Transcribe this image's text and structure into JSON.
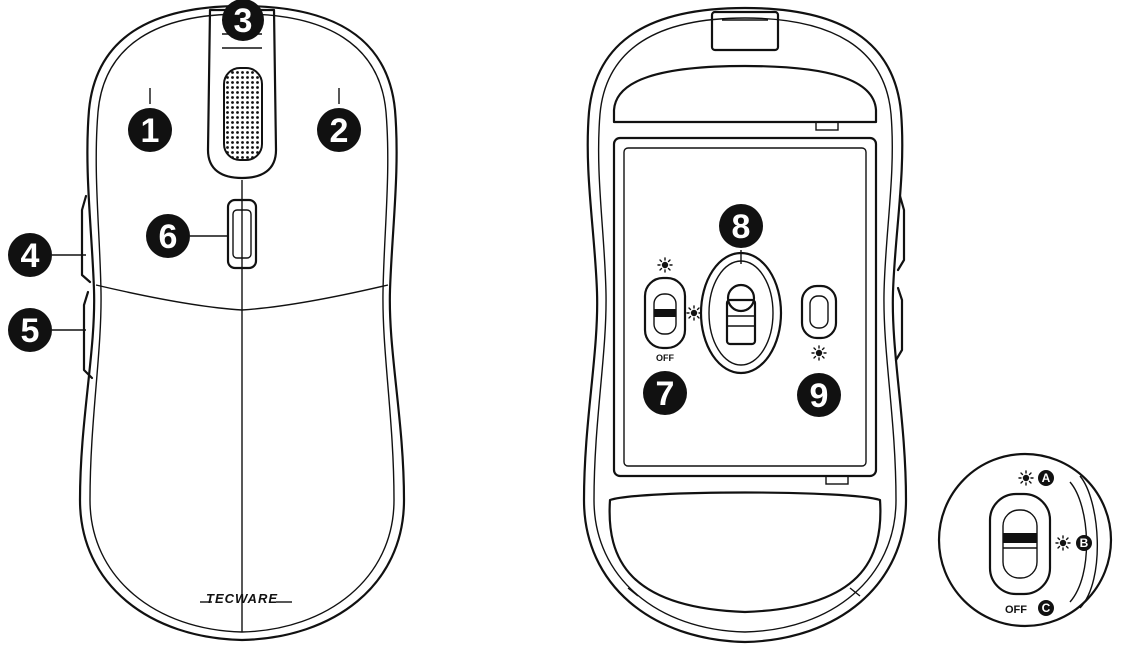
{
  "callouts": {
    "c1": "1",
    "c2": "2",
    "c3": "3",
    "c4": "4",
    "c5": "5",
    "c6": "6",
    "c7": "7",
    "c8": "8",
    "c9": "9"
  },
  "switch_labels": {
    "off_bottom": "OFF",
    "off_inset": "OFF",
    "letter_a": "A",
    "letter_b": "B",
    "letter_c": "C"
  },
  "brand_logo_text": "TECWARE",
  "icons": [
    "sun-icon-large",
    "sun-icon-small",
    "sun-icon-dim"
  ],
  "colors": {
    "line": "#111111",
    "background": "#ffffff",
    "callout_fill": "#111111",
    "callout_text": "#ffffff"
  }
}
